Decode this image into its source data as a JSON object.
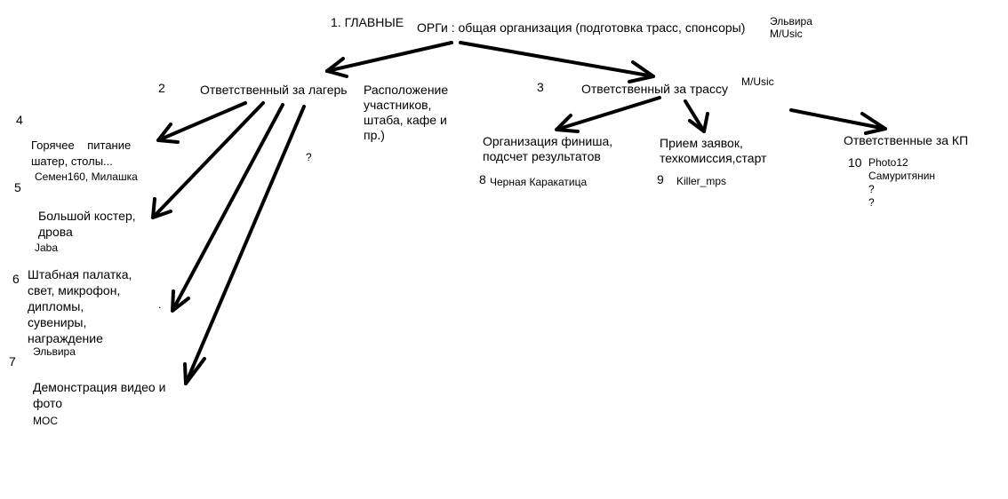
{
  "header": {
    "label": "1. ГЛАВНЫЕ",
    "title": "ОРГи : общая организация  (подготовка трасс, спонсоры)",
    "names": [
      "Эльвира",
      "M/Usic"
    ]
  },
  "camp": {
    "number": "2",
    "title": "Ответственный за лагерь",
    "note": [
      "Расположение",
      "участников,",
      "штаба, кафе и",
      "пр.)"
    ],
    "question": "?",
    "items": [
      {
        "number": "4",
        "lines": [
          "Горячее    питание",
          "шатер, столы..."
        ],
        "people": "Семен160, Милашка"
      },
      {
        "number": "5",
        "lines": [
          "Большой костер,",
          "дрова"
        ],
        "people": "Jaba"
      },
      {
        "number": "6",
        "lines": [
          "Штабная палатка,",
          "свет, микрофон,",
          "дипломы,",
          "сувениры,",
          "награждение"
        ],
        "people": "Эльвира"
      },
      {
        "number": "7",
        "lines": [
          "Демонстрация видео и",
          "фото"
        ],
        "people": "МОС"
      }
    ]
  },
  "track": {
    "number": "3",
    "title": "Ответственный за трассу",
    "people": "M/Usic",
    "items": [
      {
        "number": "8",
        "lines": [
          "Организация финиша,",
          "подсчет результатов"
        ],
        "people": [
          "Черная Каракатица"
        ]
      },
      {
        "number": "9",
        "lines": [
          "Прием заявок,",
          "техкомиссия,старт"
        ],
        "people": [
          "Killer_mps"
        ]
      },
      {
        "number": "10",
        "lines": [
          "Ответственные за КП"
        ],
        "people": [
          "Photo12",
          "Самуритянин",
          "?",
          "?"
        ]
      }
    ]
  },
  "stray_mark": "."
}
